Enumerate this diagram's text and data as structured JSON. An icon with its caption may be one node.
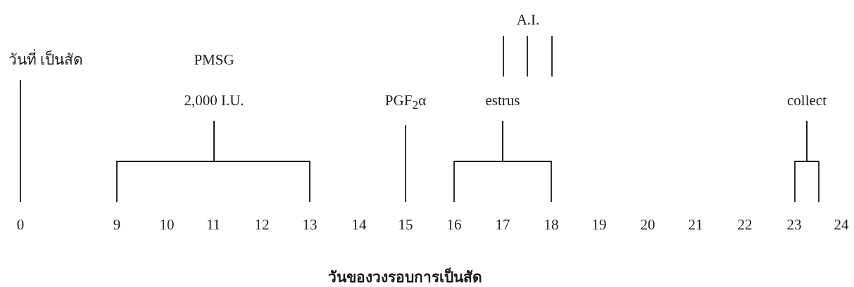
{
  "diagram": {
    "caption": "วันของวงรอบการเป็นสัด",
    "nodes": [
      {
        "text": [
          "วันที่ เป็นสัด"
        ]
      },
      {
        "text": [
          "PMSG",
          "2,000 I.U."
        ]
      },
      {
        "text": [
          "PGF$_{2}$α"
        ]
      },
      {
        "text": [
          "A.I."
        ]
      },
      {
        "text": [
          "estrus"
        ]
      },
      {
        "text": [
          "collect"
        ]
      },
      {
        "text": [
          "0"
        ]
      },
      {
        "text": [
          "9"
        ]
      },
      {
        "text": [
          "13"
        ]
      },
      {
        "text": [
          "15"
        ]
      },
      {
        "text": [
          "16"
        ]
      },
      {
        "text": [
          "18"
        ]
      },
      {
        "text": [
          "23"
        ]
      }
    ],
    "edges": [
      {
        "from": 0,
        "to": 6,
        "arrow": "none"
      },
      {
        "from": 1,
        "to": 7,
        "arrow": "none"
      },
      {
        "from": 1,
        "to": 8,
        "arrow": "none"
      },
      {
        "from": 2,
        "to": 9,
        "arrow": "none"
      },
      {
        "from": 3,
        "to": null,
        "arrow": "none"
      },
      {
        "from": 3,
        "to": null,
        "arrow": "none"
      },
      {
        "from": 3,
        "to": null,
        "arrow": "none"
      },
      {
        "from": 4,
        "to": 10,
        "arrow": "none"
      },
      {
        "from": 4,
        "to": 11,
        "arrow": "none"
      },
      {
        "from": 5,
        "to": 12,
        "arrow": "none"
      },
      {
        "from": 5,
        "to": null,
        "arrow": "none"
      }
    ],
    "labels": [
      "10",
      "11",
      "12",
      "14",
      "17",
      "19",
      "20",
      "21",
      "22",
      "24"
    ]
  }
}
